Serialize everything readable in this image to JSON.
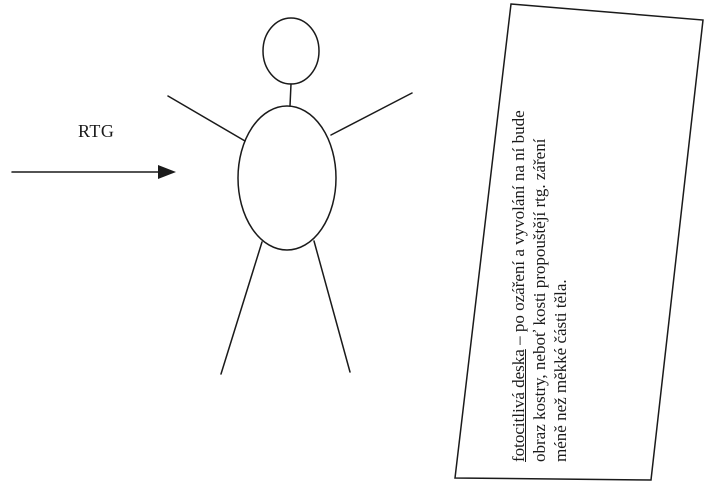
{
  "arrow_label": "RTG",
  "plate": {
    "term": "fotocitlivá deska",
    "line1_rest": " – po ozáření a vyvolání na ní bude",
    "line2": "obraz kostry, neboť kosti propouštějí rtg. záření",
    "line3": "méně než měkké části těla."
  }
}
